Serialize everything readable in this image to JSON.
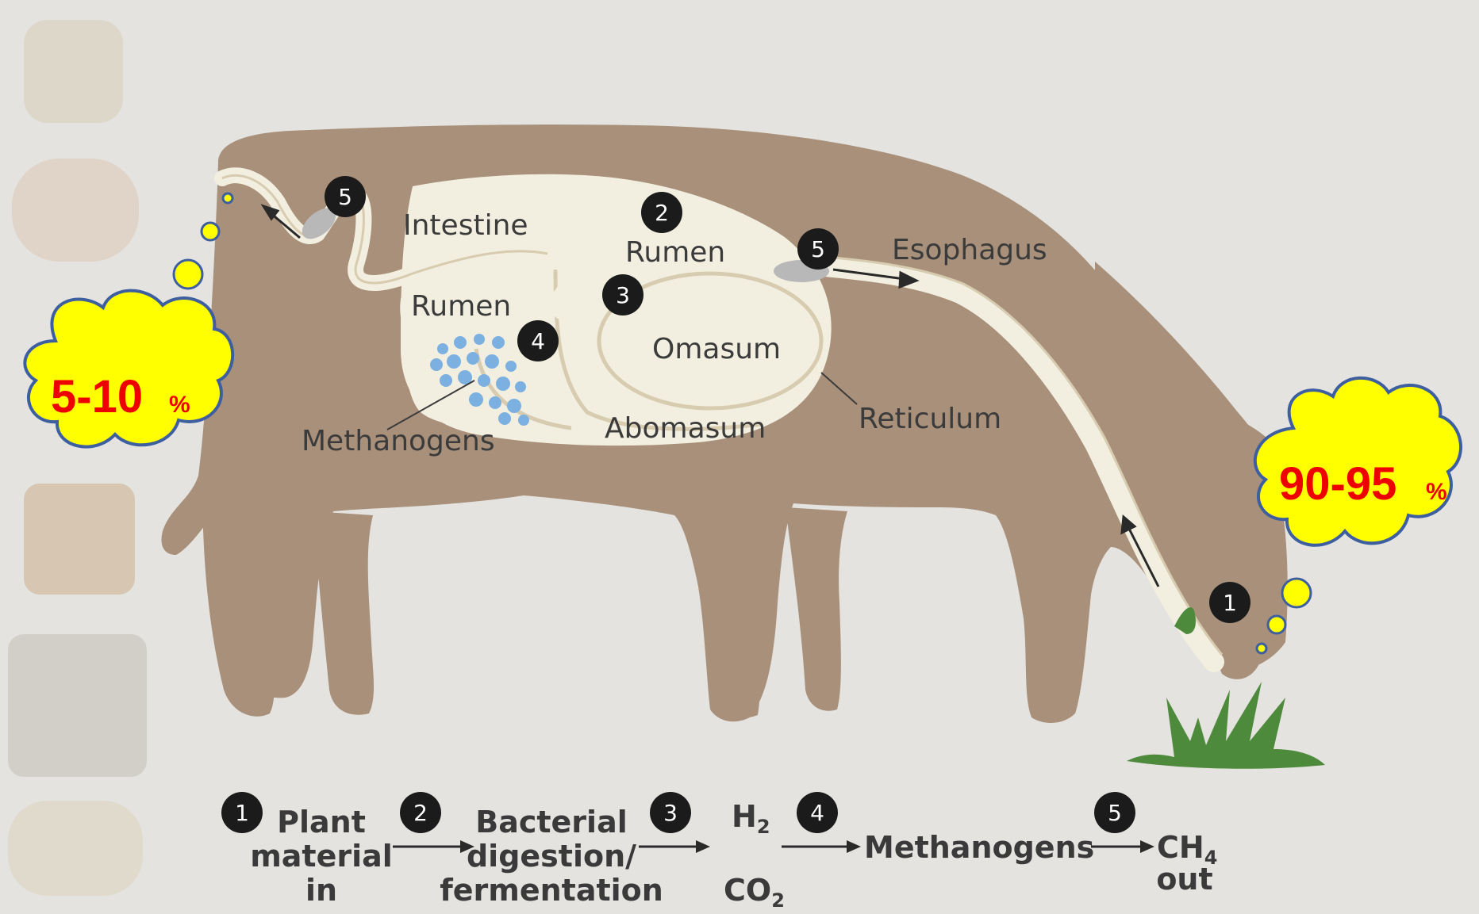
{
  "labels": {
    "intestine": "Intestine",
    "rumen_top": "Rumen",
    "rumen_left": "Rumen",
    "omasum": "Omasum",
    "abomasum": "Abomasum",
    "reticulum": "Reticulum",
    "esophagus": "Esophagus",
    "methanogens": "Methanogens"
  },
  "markers": {
    "tail": "5",
    "rumen_top": "2",
    "esophagus": "5",
    "rumen_mid": "3",
    "rumen_left": "4",
    "mouth": "1"
  },
  "clouds": {
    "left": {
      "value": "5-10",
      "unit": "%"
    },
    "right": {
      "value": "90-95",
      "unit": "%"
    }
  },
  "legend": {
    "steps": [
      "1",
      "2",
      "3",
      "4",
      "5"
    ],
    "plant": [
      "Plant",
      "material",
      "in"
    ],
    "bacterial": [
      "Bacterial",
      "digestion/",
      "fermentation"
    ],
    "h2_base": "H",
    "h2_sub": "2",
    "co2_base": "CO",
    "co2_sub": "2",
    "methanogens": "Methanogens",
    "ch4_base": "CH",
    "ch4_sub": "4",
    "out": "out"
  },
  "colors": {
    "cow": "#a8907a",
    "organ": "#f3efe0",
    "cloud": "#ffff00",
    "cloud_border": "#3d5fa0",
    "percent": "#ee0000",
    "grass": "#4e8a3c",
    "methanogen": "#7bb0e0",
    "marker": "#1b1b1b"
  }
}
